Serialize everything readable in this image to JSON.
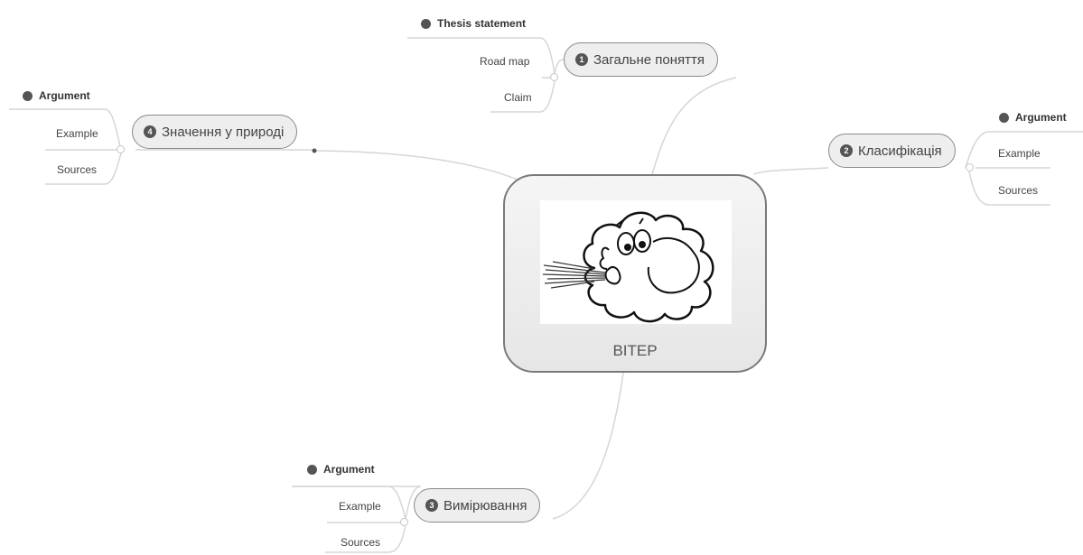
{
  "central": {
    "title": "ВІТЕР",
    "image_icon": "blowing-cloud-icon"
  },
  "topics": [
    {
      "id": "general",
      "number": "1",
      "label": "Загальне поняття",
      "subtopics": [
        {
          "label": "Thesis statement",
          "emphasis": true
        },
        {
          "label": "Road map",
          "emphasis": false
        },
        {
          "label": "Claim",
          "emphasis": false
        }
      ]
    },
    {
      "id": "classification",
      "number": "2",
      "label": "Класифікація",
      "subtopics": [
        {
          "label": "Argument",
          "emphasis": true
        },
        {
          "label": "Example",
          "emphasis": false
        },
        {
          "label": "Sources",
          "emphasis": false
        }
      ]
    },
    {
      "id": "measurement",
      "number": "3",
      "label": "Вимірювання",
      "subtopics": [
        {
          "label": "Argument",
          "emphasis": true
        },
        {
          "label": "Example",
          "emphasis": false
        },
        {
          "label": "Sources",
          "emphasis": false
        }
      ]
    },
    {
      "id": "nature",
      "number": "4",
      "label": "Значення у природі",
      "subtopics": [
        {
          "label": "Argument",
          "emphasis": true
        },
        {
          "label": "Example",
          "emphasis": false
        },
        {
          "label": "Sources",
          "emphasis": false
        }
      ]
    }
  ],
  "colors": {
    "line": "#d4d4d4",
    "node_border": "#8a8a8a",
    "node_fill": "#eeeeee",
    "bullet": "#555555"
  }
}
